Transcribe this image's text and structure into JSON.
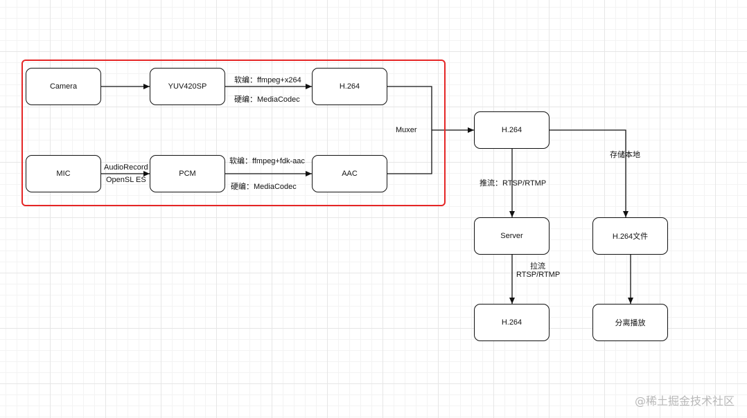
{
  "nodes": {
    "camera": "Camera",
    "yuv": "YUV420SP",
    "h264_encoded": "H.264",
    "mic": "MIC",
    "pcm": "PCM",
    "aac": "AAC",
    "h264_muxed": "H.264",
    "server": "Server",
    "h264_pulled": "H.264",
    "h264_file": "H.264文件",
    "demux_play": "分离播放"
  },
  "edge_labels": {
    "video_soft": "软编：ffmpeg+x264",
    "video_hard": "硬编：MediaCodec",
    "audio_capture_1": "AudioRecord",
    "audio_capture_2": "OpenSL ES",
    "audio_soft": "软编：ffmpeg+fdk-aac",
    "audio_hard": "硬编：MediaCodec",
    "muxer": "Muxer",
    "push": "推流：RTSP/RTMP",
    "pull_1": "拉流",
    "pull_2": "RTSP/RTMP",
    "store": "存储本地"
  },
  "watermark": "@稀土掘金技术社区",
  "colors": {
    "highlight": "#e52626",
    "stroke": "#111111"
  }
}
